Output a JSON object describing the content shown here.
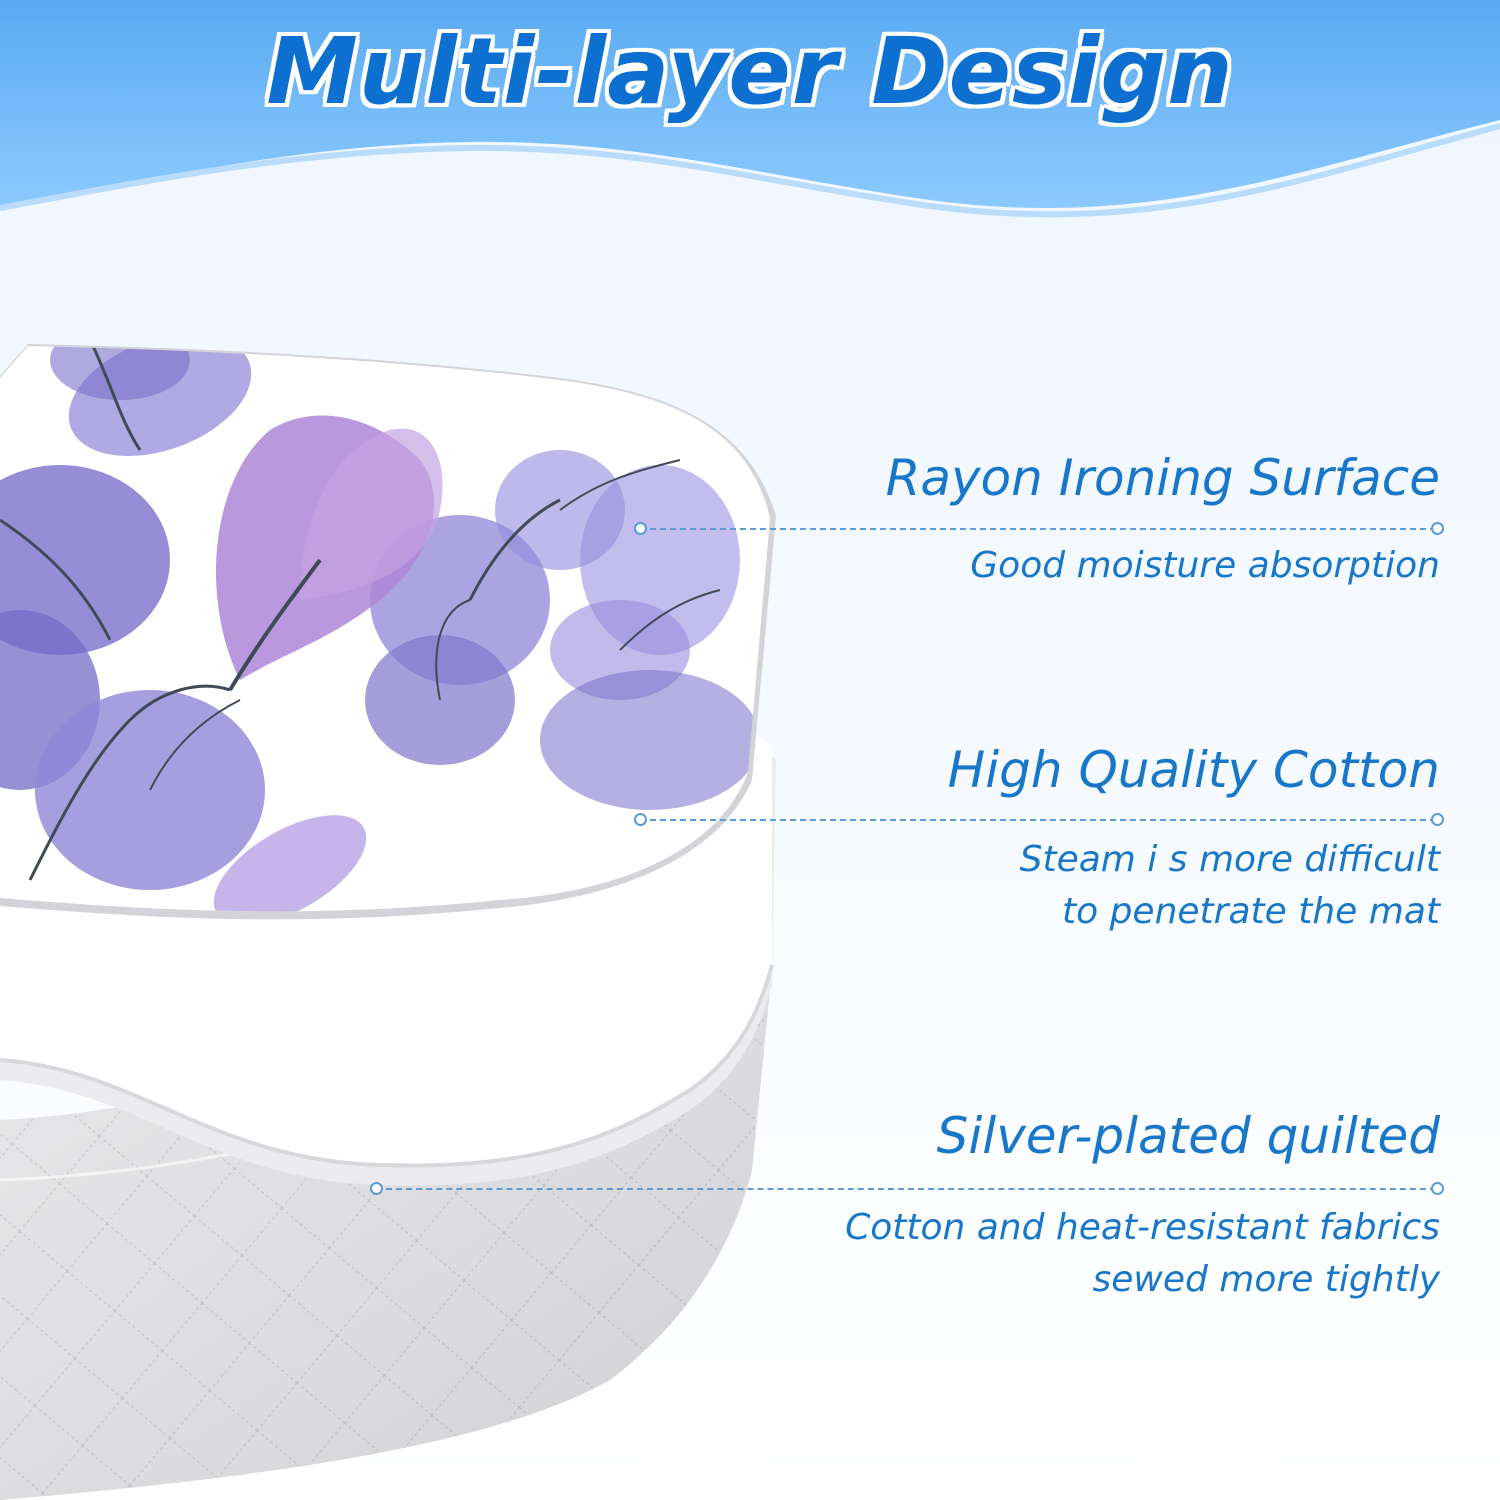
{
  "title": "Multi-layer Design",
  "colors": {
    "accent_text": "#1877c9",
    "banner": "#6fb6f5",
    "leader_line": "#5b9bd8",
    "petal": "#7b6fd0",
    "quilt": "#e2e2e4"
  },
  "layers": [
    {
      "title": "Rayon Ironing Surface",
      "description": [
        "Good moisture absorption"
      ]
    },
    {
      "title": "High Quality Cotton",
      "description": [
        "Steam i s more difficult",
        "to penetrate the mat"
      ]
    },
    {
      "title": "Silver-plated quilted",
      "description": [
        "Cotton and heat-resistant fabrics",
        "sewed more tightly"
      ]
    }
  ]
}
